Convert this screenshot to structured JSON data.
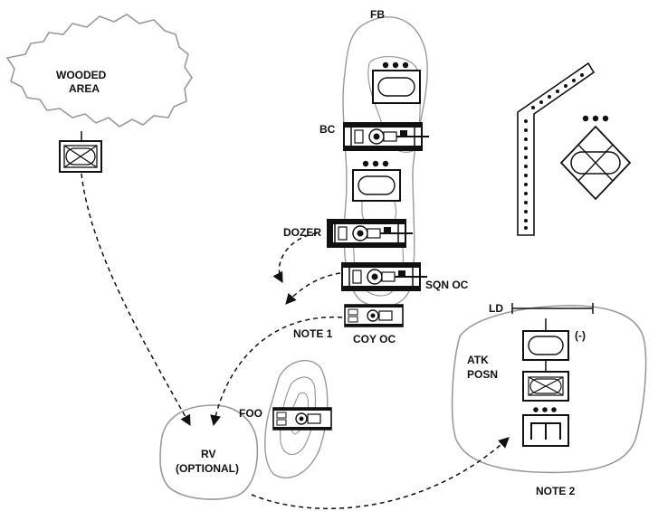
{
  "colors": {
    "ink": "#111111",
    "outline": "#9a9a9a",
    "paper": "#ffffff"
  },
  "labels": {
    "fb": "FB",
    "wooded_line1": "WOODED",
    "wooded_line2": "AREA",
    "bc": "BC",
    "dozer": "DOZER",
    "sqn_oc": "SQN OC",
    "note1": "NOTE 1",
    "coy_oc": "COY OC",
    "ld": "LD",
    "minus": "(-)",
    "atk_line1": "ATK",
    "atk_line2": "POSN",
    "foo": "FOO",
    "rv_line1": "RV",
    "rv_line2": "(OPTIONAL)",
    "note2": "NOTE 2"
  },
  "icons": [
    "armor-unit-symbol",
    "mechanized-infantry-symbol",
    "engineer-unit-symbol",
    "tank-icon",
    "bulldozer-icon",
    "apc-icon",
    "obstacle-belt-symbol",
    "diamond-armor-symbol"
  ]
}
